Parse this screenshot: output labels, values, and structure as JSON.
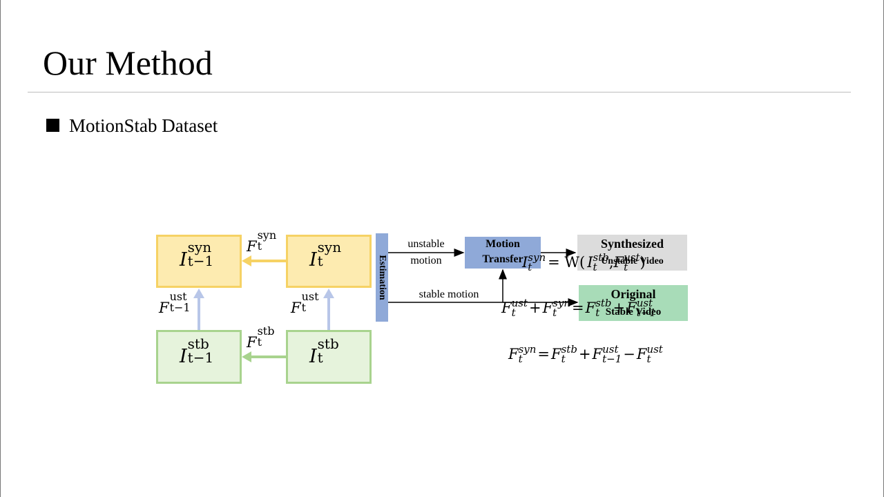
{
  "slide": {
    "title": "Our Method",
    "bullet": "MotionStab Dataset"
  },
  "diagram": {
    "boxes": {
      "syn_prev": {
        "base": "I",
        "sup": "syn",
        "sub": "t−1"
      },
      "syn_cur": {
        "base": "I",
        "sup": "syn",
        "sub": "t"
      },
      "stb_prev": {
        "base": "I",
        "sup": "stb",
        "sub": "t−1"
      },
      "stb_cur": {
        "base": "I",
        "sup": "stb",
        "sub": "t"
      }
    },
    "arrow_labels": {
      "f_syn": {
        "base": "F",
        "sup": "syn",
        "sub": "t"
      },
      "f_stb": {
        "base": "F",
        "sup": "stb",
        "sub": "t"
      },
      "f_ust_prev": {
        "base": "F",
        "sup": "ust",
        "sub": "t−1"
      },
      "f_ust_cur": {
        "base": "F",
        "sup": "ust",
        "sub": "t"
      }
    },
    "estimation_label": "Estimation",
    "unstable_motion": [
      "unstable",
      "motion"
    ],
    "stable_motion": "stable motion",
    "motion_transfer": [
      "Motion",
      "Transfer"
    ],
    "synthesized": [
      "Synthesized",
      "Unstable Video"
    ],
    "original": [
      "Original",
      "Stable Video"
    ],
    "colors": {
      "yellow_fill": "#fdebb0",
      "yellow_border": "#f6d264",
      "green_fill": "#e6f3dc",
      "green_border": "#a8d38e",
      "blue_block": "#8fa9d8",
      "grey_block": "#dcdcdc",
      "green_block": "#a8dcb8",
      "blue_arrow": "#b8c6e8"
    }
  },
  "equations": {
    "eq1": {
      "lhs": {
        "base": "I",
        "sup": "syn",
        "sub": "t"
      },
      "rhs_text": " = W(",
      "arg1": {
        "base": "I",
        "sup": "stb",
        "sub": "t"
      },
      "sep": ", ",
      "arg2": {
        "base": "F",
        "sup": "ust",
        "sub": "t"
      },
      "close": ")"
    },
    "eq2": {
      "t1": {
        "base": "F",
        "sup": "ust",
        "sub": "t"
      },
      "op1": " + ",
      "t2": {
        "base": "F",
        "sup": "syn",
        "sub": "t"
      },
      "op2": " = ",
      "t3": {
        "base": "F",
        "sup": "stb",
        "sub": "t"
      },
      "op3": " + ",
      "t4": {
        "base": "F",
        "sup": "ust",
        "sub": "t−1"
      }
    },
    "eq3": {
      "t1": {
        "base": "F",
        "sup": "syn",
        "sub": "t"
      },
      "op1": " = ",
      "t2": {
        "base": "F",
        "sup": "stb",
        "sub": "t"
      },
      "op2": " + ",
      "t3": {
        "base": "F",
        "sup": "ust",
        "sub": "t−1"
      },
      "op3": " − ",
      "t4": {
        "base": "F",
        "sup": "ust",
        "sub": "t"
      }
    }
  }
}
